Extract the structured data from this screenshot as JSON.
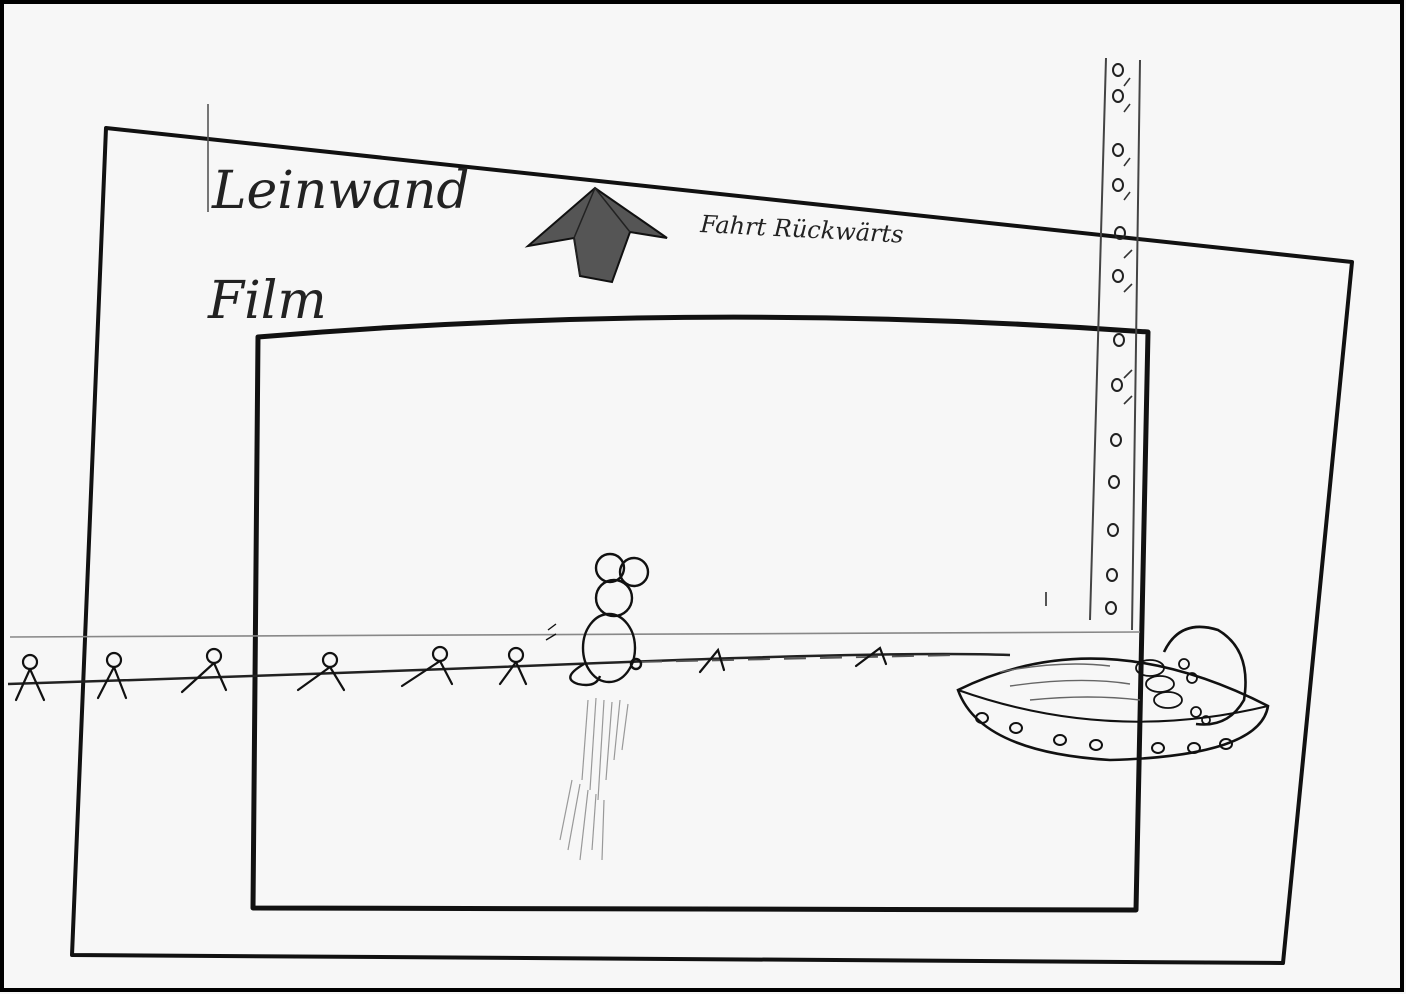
{
  "sketch": {
    "labels": {
      "leinwand": "Leinwand",
      "film": "Film",
      "fahrt": "Fahrt Rückwärts"
    },
    "colors": {
      "ink": "#1a1a1a",
      "paper": "#f7f7f7",
      "border": "#000000"
    }
  }
}
